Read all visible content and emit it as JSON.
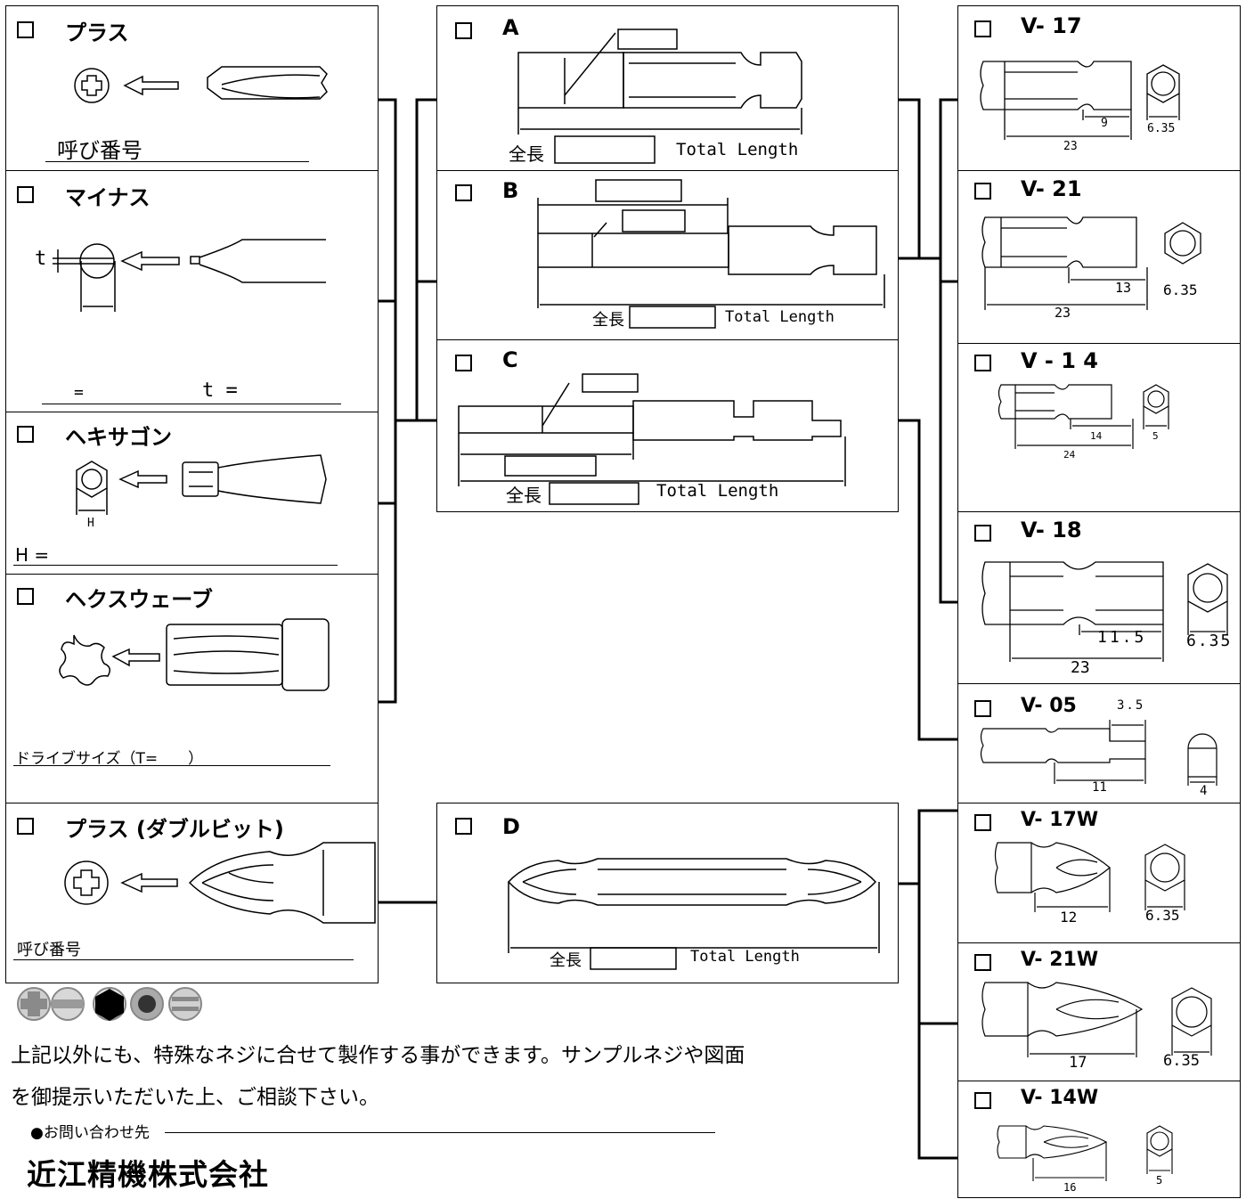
{
  "left_boxes": {
    "plus": {
      "title": "プラス",
      "field": "呼び番号"
    },
    "minus": {
      "title": "マイナス",
      "t_mark": "t",
      "field_eq": "=",
      "field_t": "t ="
    },
    "hex": {
      "title": "ヘキサゴン",
      "h_mark": "H",
      "field": "H ="
    },
    "hexwave": {
      "title": "ヘクスウェーブ",
      "field": "ドライブサイズ（T=　　）"
    },
    "double": {
      "title": "プラス (ダブルビット)",
      "field": "呼び番号"
    }
  },
  "middle_boxes": {
    "a": {
      "title": "A",
      "total_jp": "全長",
      "total_en": "Total Length"
    },
    "b": {
      "title": "B",
      "total_jp": "全長",
      "total_en": "Total Length"
    },
    "c": {
      "title": "C",
      "total_jp": "全長",
      "total_en": "Total Length"
    },
    "d": {
      "title": "D",
      "total_jp": "全長",
      "total_en": "Total Length"
    }
  },
  "right_boxes": [
    {
      "title": "V- 17",
      "dims": [
        "9",
        "23",
        "6.35"
      ]
    },
    {
      "title": "V- 21",
      "dims": [
        "13",
        "23",
        "6.35"
      ]
    },
    {
      "title": "V - 1 4",
      "dims": [
        "14",
        "24",
        "5"
      ]
    },
    {
      "title": "V- 18",
      "dims": [
        "11.5",
        "23",
        "6.35"
      ]
    },
    {
      "title": "V- 05",
      "dims": [
        "3.5",
        "11",
        "4"
      ]
    },
    {
      "title": "V- 17W",
      "dims": [
        "12",
        "6.35"
      ]
    },
    {
      "title": "V- 21W",
      "dims": [
        "17",
        "6.35"
      ]
    },
    {
      "title": "V- 14W",
      "dims": [
        "16",
        "5"
      ]
    }
  ],
  "note": {
    "line1": "上記以外にも、特殊なネジに合せて製作する事ができます。サンプルネジや図面",
    "line2": "を御提示いただいた上、ご相談下さい。"
  },
  "contact": {
    "label": "●お問い合わせ先",
    "company": "近江精機株式会社"
  }
}
